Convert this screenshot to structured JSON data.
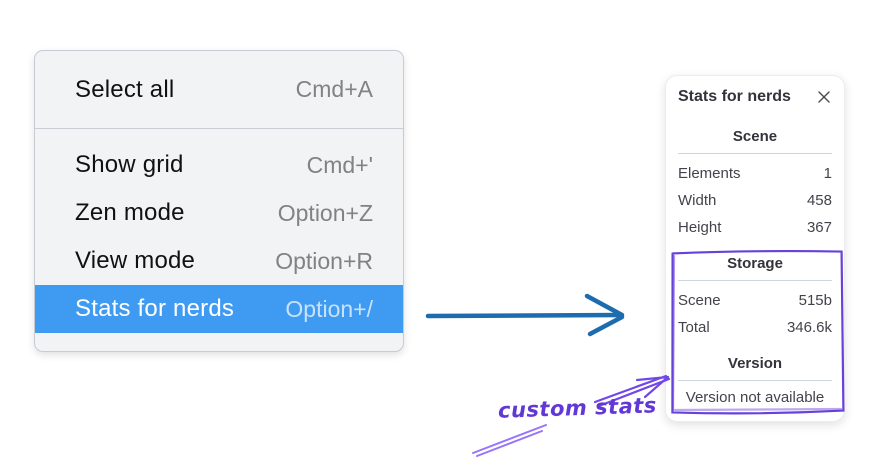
{
  "menu": {
    "items": [
      {
        "label": "Select all",
        "shortcut": "Cmd+A",
        "selected": false
      },
      {
        "label": "Show grid",
        "shortcut": "Cmd+'",
        "selected": false
      },
      {
        "label": "Zen mode",
        "shortcut": "Option+Z",
        "selected": false
      },
      {
        "label": "View mode",
        "shortcut": "Option+R",
        "selected": false
      },
      {
        "label": "Stats for nerds",
        "shortcut": "Option+/",
        "selected": true
      }
    ]
  },
  "stats_panel": {
    "title": "Stats for nerds",
    "sections": [
      {
        "heading": "Scene",
        "rows": [
          {
            "label": "Elements",
            "value": "1"
          },
          {
            "label": "Width",
            "value": "458"
          },
          {
            "label": "Height",
            "value": "367"
          }
        ]
      },
      {
        "heading": "Storage",
        "rows": [
          {
            "label": "Scene",
            "value": "515b"
          },
          {
            "label": "Total",
            "value": "346.6k"
          }
        ]
      },
      {
        "heading": "Version",
        "note": "Version not available"
      }
    ]
  },
  "annotation": {
    "text": "custom stats"
  },
  "colors": {
    "menu_highlight": "#3f9bf2",
    "arrow_blue": "#1e6cb0",
    "annotation_purple": "#6741d9",
    "annotation_light_violet": "#9775fa",
    "highlight_box_purple": "#6741d9"
  }
}
